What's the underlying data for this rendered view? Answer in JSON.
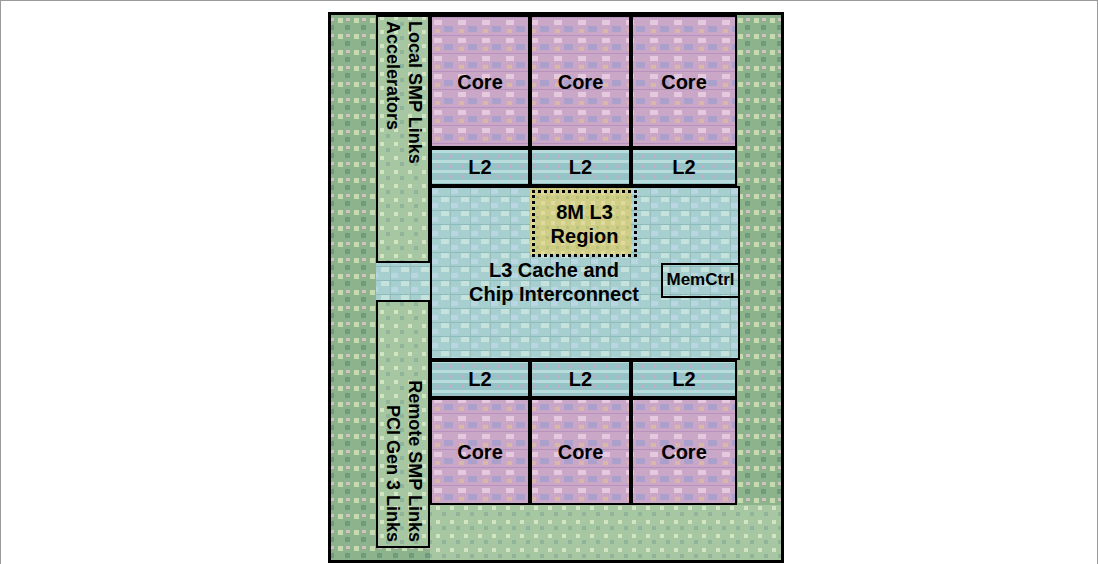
{
  "diagram": {
    "nodes": [
      {
        "text": [
          "Local SMP Links Accelerators"
        ]
      },
      {
        "text": [
          "Core"
        ]
      },
      {
        "text": [
          "Core"
        ]
      },
      {
        "text": [
          "Core"
        ]
      },
      {
        "text": [
          "L2"
        ]
      },
      {
        "text": [
          "L2"
        ]
      },
      {
        "text": [
          "L2"
        ]
      },
      {
        "text": [
          "L3 Cache and Chip Interconnect"
        ]
      },
      {
        "text": [
          "8M L3 Region"
        ],
        "in": 7
      },
      {
        "text": [
          "MemCtrl"
        ]
      },
      {
        "text": [
          "Remote SMP Links PCI Gen 3 Links"
        ]
      },
      {
        "text": [
          "L2"
        ]
      },
      {
        "text": [
          "L2"
        ]
      },
      {
        "text": [
          "L2"
        ]
      },
      {
        "text": [
          "Core"
        ]
      },
      {
        "text": [
          "Core"
        ]
      },
      {
        "text": [
          "Core"
        ]
      }
    ]
  }
}
